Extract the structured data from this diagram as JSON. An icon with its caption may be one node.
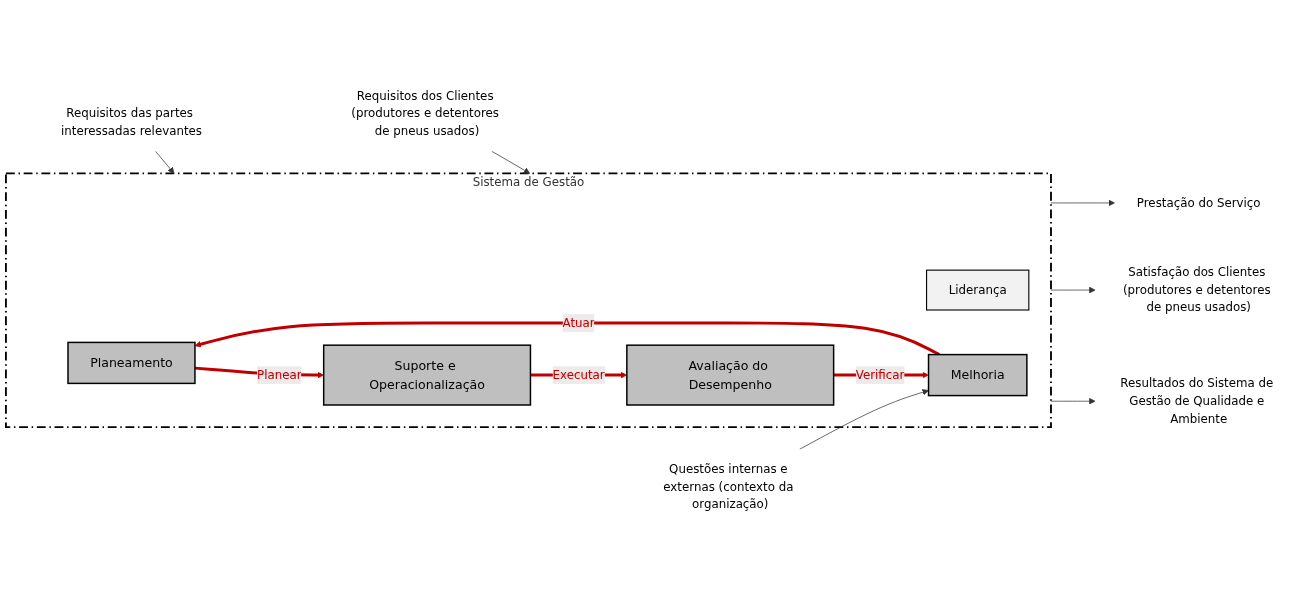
{
  "diagram": {
    "nodes": [
      {
        "text": [
          "Sistema de Gestão"
        ]
      },
      {
        "text": [
          "Requisitos das partes interessadas relevantes"
        ]
      },
      {
        "text": [
          "Planeamento"
        ],
        "in": 0
      },
      {
        "text": [
          "Prestação do Serviço"
        ]
      },
      {
        "text": [
          "Questões internas e externas (contexto da organização)"
        ]
      },
      {
        "text": [
          "Melhoria"
        ],
        "in": 0
      },
      {
        "text": [
          "Liderança"
        ],
        "in": 0
      },
      {
        "text": [
          "Suporte e Operacionalização"
        ],
        "in": 0
      },
      {
        "text": [
          "Satisfação dos Clientes (produtores e detentores de pneus usados)"
        ]
      },
      {
        "text": [
          "Requisitos dos Clientes (produtores e detentores de pneus usados)"
        ]
      },
      {
        "text": [
          "Avaliação do Desempenho"
        ],
        "in": 0
      },
      {
        "text": [
          "Resultados do Sistema de Gestão de Qualidade e Ambiente"
        ]
      }
    ],
    "edges": [
      {
        "from": 1,
        "to": 0,
        "arrow": "to"
      },
      {
        "from": 4,
        "to": 5,
        "arrow": "to"
      },
      {
        "from": 9,
        "to": 0,
        "arrow": "to"
      },
      {
        "from": 0,
        "to": 3,
        "arrow": "to"
      },
      {
        "from": 0,
        "to": 8,
        "arrow": "to"
      },
      {
        "from": 0,
        "to": 11,
        "arrow": "to"
      },
      {
        "from": 2,
        "to": 7,
        "arrow": "to",
        "label": "Planear",
        "style": "thick",
        "color": "#c00000"
      },
      {
        "from": 7,
        "to": 10,
        "arrow": "to",
        "label": "Executar",
        "style": "thick",
        "color": "#c00000"
      },
      {
        "from": 10,
        "to": 5,
        "arrow": "to",
        "label": "Verificar",
        "style": "thick",
        "color": "#c00000"
      },
      {
        "from": 5,
        "to": 2,
        "arrow": "to",
        "label": "Atuar",
        "style": "thick",
        "color": "#c00000"
      }
    ]
  }
}
